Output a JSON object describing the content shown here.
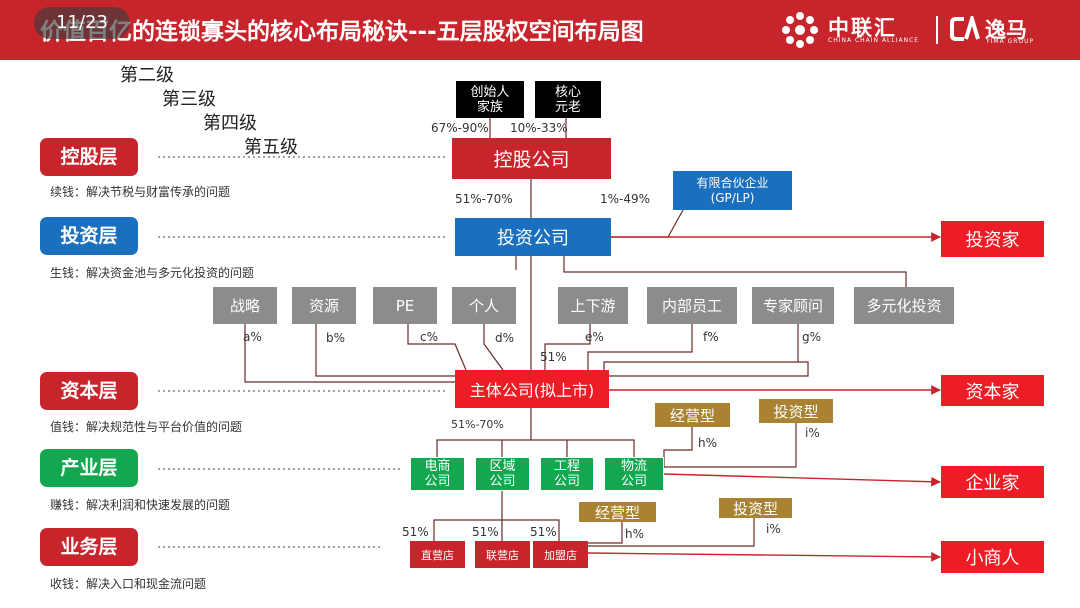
{
  "header": {
    "title": "价值百亿的连锁寡头的核心布局秘诀---五层股权空间布局图",
    "logo_primary_text": "中联汇",
    "logo_primary_sub": "CHINA CHAIN ALLIANCE",
    "logo_secondary_text": "逸马",
    "logo_secondary_sub": "YIMA GROUP",
    "page_indicator": "11/23",
    "colors": {
      "bar": "#c8242b",
      "text": "#ffffff"
    }
  },
  "levels": [
    "第二级",
    "第三级",
    "第四级",
    "第五级"
  ],
  "layers": [
    {
      "name": "控股层",
      "desc": "续钱：解决节税与财富传承的问题",
      "color": "#c8242b"
    },
    {
      "name": "投资层",
      "desc": "生钱：解决资金池与多元化投资的问题",
      "color": "#1a6fbe"
    },
    {
      "name": "资本层",
      "desc": "值钱：解决规范性与平台价值的问题",
      "color": "#c8242b"
    },
    {
      "name": "产业层",
      "desc": "赚钱：解决利润和快速发展的问题",
      "color": "#13a84f"
    },
    {
      "name": "业务层",
      "desc": "收钱：解决入口和现金流问题",
      "color": "#c8242b"
    }
  ],
  "shareholders": [
    {
      "label_line1": "创始人",
      "label_line2": "家族",
      "pct": "67%-90%"
    },
    {
      "label_line1": "核心",
      "label_line2": "元老",
      "pct": "10%-33%"
    }
  ],
  "holding_company": "控股公司",
  "holding_to_investment_pct": "51%-70%",
  "partnership": {
    "line1": "有限合伙企业",
    "line2": "(GP/LP)",
    "pct": "1%-49%"
  },
  "investment_company": "投资公司",
  "investor_boxes": [
    {
      "label": "战略",
      "pct": "a%"
    },
    {
      "label": "资源",
      "pct": "b%"
    },
    {
      "label": "PE",
      "pct": "c%"
    },
    {
      "label": "个人",
      "pct": "d%"
    },
    {
      "label": "上下游",
      "pct": "e%"
    },
    {
      "label": "内部员工",
      "pct": "f%"
    },
    {
      "label": "专家顾问",
      "pct": "g%"
    },
    {
      "label": "多元化投资",
      "pct": ""
    }
  ],
  "investment_to_main_pct": "51%",
  "main_company": "主体公司(拟上市)",
  "main_to_subsidiaries_pct": "51%-70%",
  "subsidiaries": [
    {
      "line1": "电商",
      "line2": "公司"
    },
    {
      "line1": "区域",
      "line2": "公司"
    },
    {
      "line1": "工程",
      "line2": "公司"
    },
    {
      "line1": "物流",
      "line2": "公司"
    }
  ],
  "industry_partners": [
    {
      "label": "经营型",
      "pct": "h%"
    },
    {
      "label": "投资型",
      "pct": "i%"
    }
  ],
  "stores": [
    {
      "label": "直营店",
      "pct": "51%"
    },
    {
      "label": "联营店",
      "pct": "51%"
    },
    {
      "label": "加盟店",
      "pct": "51%"
    }
  ],
  "store_partners": [
    {
      "label": "经营型",
      "pct": "h%"
    },
    {
      "label": "投资型",
      "pct": "i%"
    }
  ],
  "outcomes": [
    "投资家",
    "资本家",
    "企业家",
    "小商人"
  ]
}
